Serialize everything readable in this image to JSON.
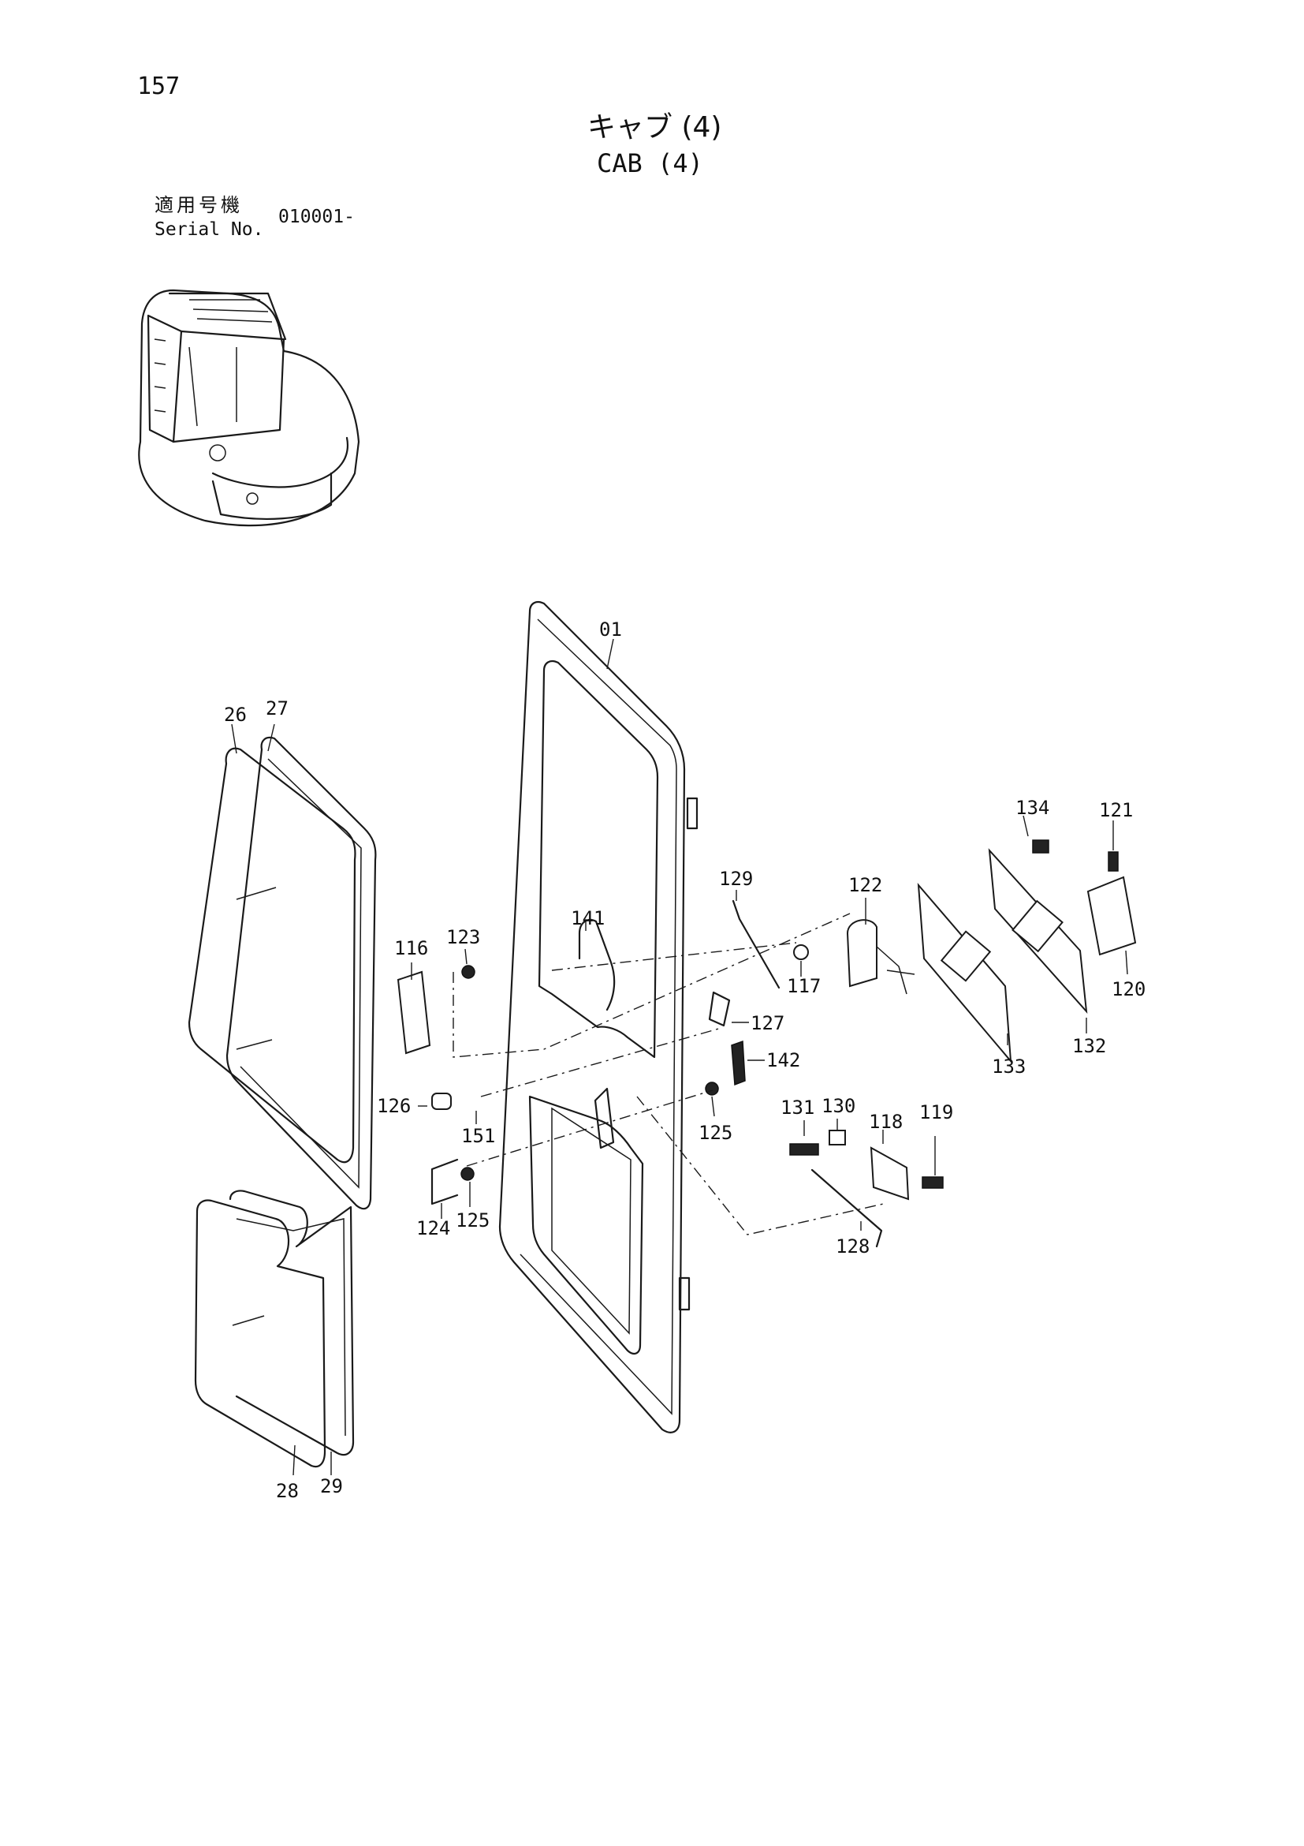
{
  "header": {
    "page_number": "157",
    "title_jp": "キャブ (4)",
    "title_en": "CAB (4)",
    "serial_label_jp": "適用号機",
    "serial_label_en": "Serial No.",
    "serial_value": "010001-"
  },
  "parts": [
    {
      "id": "01",
      "label": "01"
    },
    {
      "id": "26",
      "label": "26"
    },
    {
      "id": "27",
      "label": "27"
    },
    {
      "id": "28",
      "label": "28"
    },
    {
      "id": "29",
      "label": "29"
    },
    {
      "id": "116",
      "label": "116"
    },
    {
      "id": "117",
      "label": "117"
    },
    {
      "id": "118",
      "label": "118"
    },
    {
      "id": "119",
      "label": "119"
    },
    {
      "id": "120",
      "label": "120"
    },
    {
      "id": "121",
      "label": "121"
    },
    {
      "id": "122",
      "label": "122"
    },
    {
      "id": "123",
      "label": "123"
    },
    {
      "id": "124",
      "label": "124"
    },
    {
      "id": "125a",
      "label": "125"
    },
    {
      "id": "125b",
      "label": "125"
    },
    {
      "id": "126",
      "label": "126"
    },
    {
      "id": "127",
      "label": "127"
    },
    {
      "id": "128",
      "label": "128"
    },
    {
      "id": "129",
      "label": "129"
    },
    {
      "id": "130",
      "label": "130"
    },
    {
      "id": "131",
      "label": "131"
    },
    {
      "id": "132",
      "label": "132"
    },
    {
      "id": "133",
      "label": "133"
    },
    {
      "id": "134",
      "label": "134"
    },
    {
      "id": "141",
      "label": "141"
    },
    {
      "id": "142",
      "label": "142"
    },
    {
      "id": "151",
      "label": "151"
    }
  ]
}
